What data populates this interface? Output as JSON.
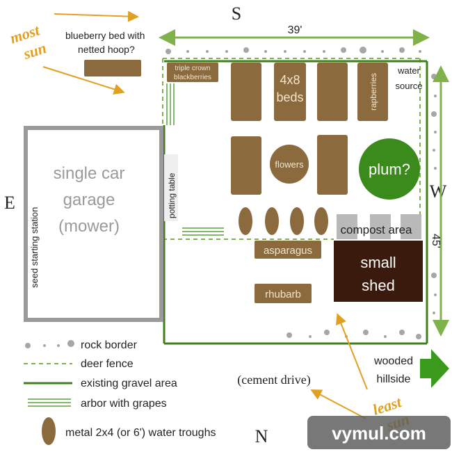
{
  "colors": {
    "bed_brown": "#8b6a3e",
    "green_dark": "#3f7f1d",
    "green_plum": "#3a8a1c",
    "green_light": "#7fb24a",
    "orange": "#e0a020",
    "garage_gray": "#9a9a9a",
    "rock_gray": "#a6a6a6",
    "compost_gray": "#b9b9b9",
    "shed_dark": "#3a1a0c"
  },
  "compass": {
    "south": "S",
    "north": "N",
    "east": "E",
    "west": "W"
  },
  "dimensions": {
    "width_label": "39'",
    "depth_label": "45'"
  },
  "sun": {
    "most_line1": "most",
    "most_line2": "sun",
    "least_line1": "least",
    "least_line2": "sun"
  },
  "labels": {
    "blueberry_line1": "blueberry bed with",
    "blueberry_line2": "netted hoop?",
    "blackberries_line1": "triple crown",
    "blackberries_line2": "blackberries",
    "beds_line1": "4x8",
    "beds_line2": "beds",
    "raspberries": "rapberries",
    "water_line1": "water",
    "water_line2": "source",
    "flowers": "flowers",
    "plum": "plum?",
    "compost": "compost area",
    "shed_line1": "small",
    "shed_line2": "shed",
    "asparagus": "asparagus",
    "rhubarb": "rhubarb",
    "potting_table": "potting table",
    "seed_station": "seed starting station",
    "garage_line1": "single car",
    "garage_line2": "garage",
    "garage_line3": "(mower)",
    "cement_drive": "(cement drive)",
    "wooded_line1": "wooded",
    "wooded_line2": "hillside"
  },
  "legend": {
    "rock_border": "rock border",
    "deer_fence": "deer fence",
    "gravel": "existing gravel area",
    "arbor": "arbor with grapes",
    "troughs": "metal 2x4 (or 6') water troughs"
  },
  "watermark": "vymul.com"
}
